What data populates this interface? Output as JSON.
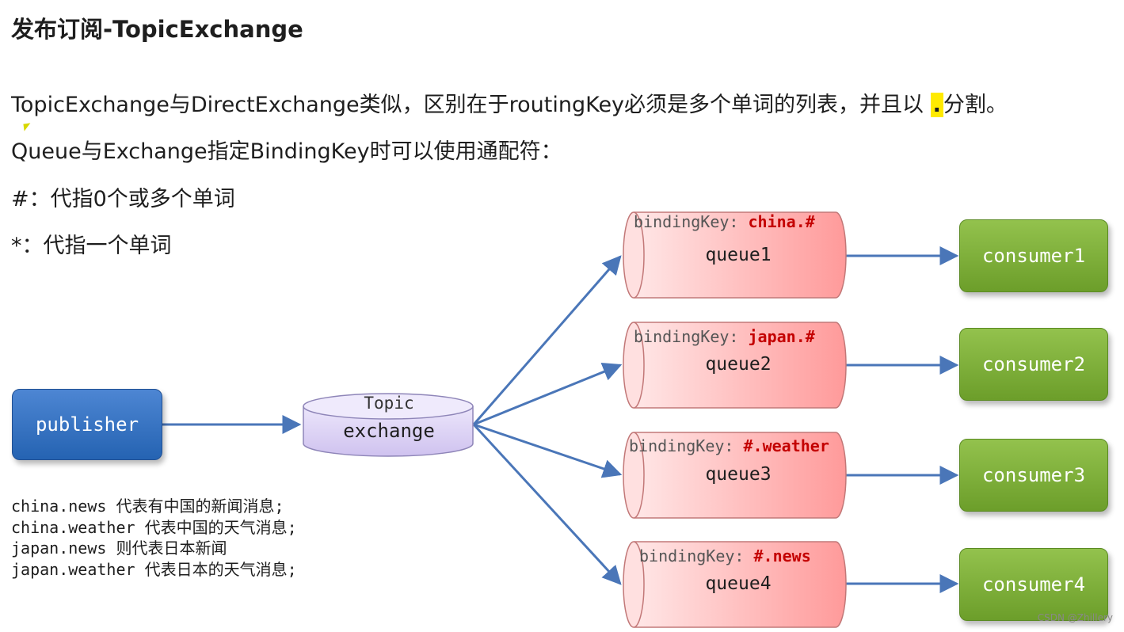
{
  "title": "发布订阅-TopicExchange",
  "description": {
    "line1_before": "TopicExchange与DirectExchange类似，区别在于routingKey必须是多个单词的列表，并且以",
    "line1_highlight": ".",
    "line1_after": "分割。",
    "line2": "Queue与Exchange指定BindingKey时可以使用通配符：",
    "line3": "#：代指0个或多个单词",
    "line4": "*：代指一个单词"
  },
  "diagram": {
    "publisher": "publisher",
    "exchange_type": "Topic",
    "exchange_label": "exchange",
    "binding_prefix": "bindingKey: ",
    "queues": [
      {
        "name": "queue1",
        "binding_pattern": "china.#",
        "consumer": "consumer1"
      },
      {
        "name": "queue2",
        "binding_pattern": "japan.#",
        "consumer": "consumer2"
      },
      {
        "name": "queue3",
        "binding_pattern": "#.weather",
        "consumer": "consumer3"
      },
      {
        "name": "queue4",
        "binding_pattern": "#.news",
        "consumer": "consumer4"
      }
    ],
    "colors": {
      "publisher": "#2f6fc0",
      "exchange": "#d8cdf3",
      "queue": "#ffb3b3",
      "consumer": "#7fb23a",
      "arrow": "#4a76b8",
      "binding_pattern": "#c40000"
    }
  },
  "routing_examples": [
    "china.news 代表有中国的新闻消息;",
    "china.weather 代表中国的天气消息;",
    "japan.news 则代表日本新闻",
    "japan.weather 代表日本的天气消息;"
  ],
  "watermark": "CSDN @Zhillery"
}
